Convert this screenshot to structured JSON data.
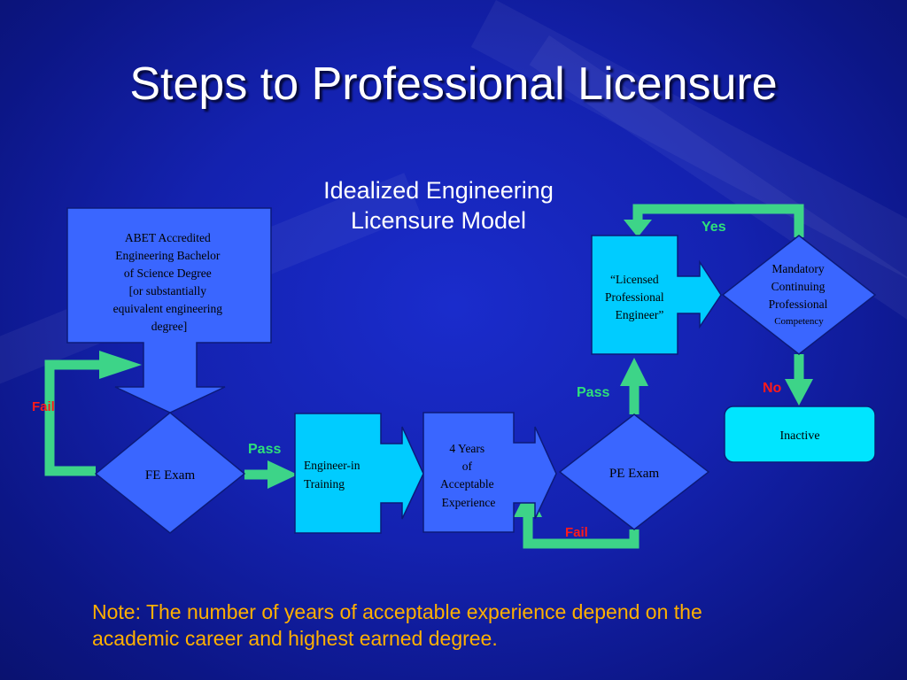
{
  "slide": {
    "title": "Steps to Professional Licensure",
    "subtitle_line1": "Idealized Engineering",
    "subtitle_line2": "Licensure Model",
    "note_line1": "Note: The number of years of acceptable experience depend on the",
    "note_line2": "academic career and  highest earned degree."
  },
  "nodes": {
    "abet": {
      "line1": "ABET Accredited",
      "line2": "Engineering Bachelor",
      "line3": "of Science Degree",
      "line4": "[or substantially",
      "line5": "equivalent engineering",
      "line6": "degree]"
    },
    "fe_exam": {
      "label": "FE  Exam"
    },
    "eit": {
      "line1": "Engineer-in",
      "line2": "Training"
    },
    "experience": {
      "line1": "4 Years",
      "line2": "of",
      "line3": "Acceptable",
      "line4": "Experience"
    },
    "pe_exam": {
      "label": "PE  Exam"
    },
    "pe": {
      "line1": "“Licensed",
      "line2": "Professional",
      "line3": "Engineer”"
    },
    "mcpc": {
      "line1": "Mandatory",
      "line2": "Continuing",
      "line3": "Professional",
      "line4": "Competency"
    },
    "inactive": {
      "label": "Inactive"
    }
  },
  "edges": {
    "fe_fail": "Fail",
    "fe_pass": "Pass",
    "pe_pass": "Pass",
    "pe_fail": "Fail",
    "mcpc_yes": "Yes",
    "mcpc_no": "No"
  },
  "colors": {
    "background": "#1422b0",
    "box_blue": "#3a66ff",
    "box_cyan": "#00ccff",
    "inactive_fill": "#00e5ff",
    "arrow_green": "#3dd488",
    "pass_yes_text": "#2ee07a",
    "fail_no_text": "#ff1a1a",
    "note_text": "#ffb000"
  }
}
